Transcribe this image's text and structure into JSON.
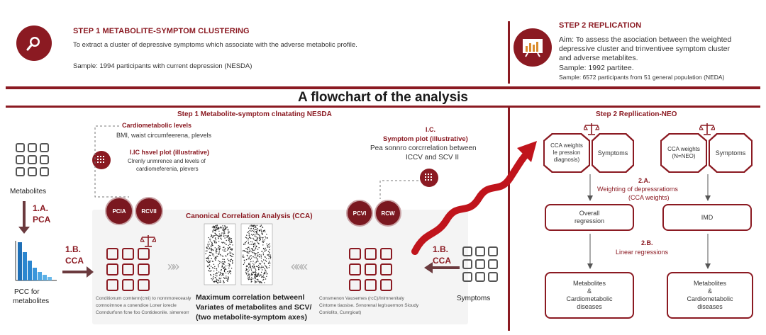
{
  "header": {
    "step1": {
      "title": "STEP 1 METABOLITE-SYMPTOM CLUSTERING",
      "desc": "To extract a cluster of depressive symptoms which associate with the adverse metabolic profile.",
      "sample": "Sample: 1994 participants with current depression (NESDA)"
    },
    "step2": {
      "title": "STEP 2 REPLICATION",
      "aim": "Aim: To assess the asociation between the weighted depressive cluster and trinventivee symptom cluster and adverse metablites.",
      "sample1": "Sample: 1992 partitee.",
      "sample2": "Sample: 6572 participants from 51 general population (NEDA)"
    }
  },
  "banner": {
    "title": "A flowchart of the analysis"
  },
  "left": {
    "title": "Step 1 Metabolite-symptom clnatating NESDA",
    "cardio_levels_title": "Cardiometabolic levels",
    "cardio_levels_text": "BMI, waist circumfeerena, plevels",
    "ic_plot_title": "I.IC hsvel plot (illustrative)",
    "ic_plot_text1": "Clrenly unmrence and levels of",
    "ic_plot_text2": "cardiomeferenia, plevers",
    "symptom_plot_label": "I.C.",
    "symptom_plot_title": "Symptom plot (illustrative)",
    "symptom_plot_text1": "Pea sonnro corcrrelation between",
    "symptom_plot_text2": "ICCV and SCV II",
    "metabolites_label": "Metabolites",
    "step_1a": "1.A.",
    "step_1a_sub": "PCA",
    "pcc_label1": "PCC for",
    "pcc_label2": "metabolites",
    "step_1b_left": "1.B.",
    "step_1b_left_sub": "CCA",
    "step_1b_right": "1.B.",
    "step_1b_right_sub": "CCA",
    "symptoms_label": "Symptoms",
    "pill_pca": "PCIA",
    "pill_rcvii": "RCVII",
    "pill_pcvi": "PCVI",
    "pill_rcw": "RCW",
    "cca_title": "Canonical Correlation Analysis (CCA)",
    "max_corr_1": "Maximum correlation betweenl",
    "max_corr_2": "Variates of metabolites and SCV/",
    "max_corr_3": "(two metabolite-symptom axes)",
    "left_fine_1": "Conditionum comtenn(cmi) to nonnmoreceasly",
    "left_fine_2": "comnoimnoe a conendioe Loner iorecle",
    "left_fine_3": "Conndurfonn fcne foo Contideonile. simereorr",
    "right_fine_1": "Consmenon Vausemes (rcC)/Inlmnenitaly",
    "right_fine_2": "Cintome tiaosise. Svnorenal leg/suermon Sioudy",
    "right_fine_3": "Conlolito, Cunrgioat)",
    "arrow_left": "»»",
    "arrow_right": "«««"
  },
  "right": {
    "title": "Step 2 Repllication-NEO",
    "cca_weights_left_1": "CCA weights",
    "cca_weights_left_2": "le pression",
    "cca_weights_left_3": "diagnosis)",
    "symptoms_1": "Symptoms",
    "cca_weights_right_1": "CCA weights",
    "cca_weights_right_2": "(N=NEO)",
    "symptoms_2": "Symptoms",
    "step_2a": "2.A.",
    "step_2a_text1": "Weighting of depressratioms",
    "step_2a_text2": "(CCA weights)",
    "overall_1": "Overall",
    "overall_2": "regression",
    "imd": "IMD",
    "step_2b": "2.B.",
    "step_2b_text": "Linear regressions",
    "out_left_1": "Metabolites",
    "out_left_2": "&",
    "out_left_3": "Cardiometabolic",
    "out_left_4": "diseases",
    "out_right_1": "Metabolites",
    "out_right_2": "&",
    "out_right_3": "Cardiometabolic",
    "out_right_4": "diseases"
  },
  "icons": {
    "step1_badge": "magnifier-icon",
    "step2_badge": "bar-chart-board-icon",
    "scale": "balance-scale-icon"
  },
  "colors": {
    "accent": "#8b1a22",
    "panel": "#f4f4f4"
  }
}
